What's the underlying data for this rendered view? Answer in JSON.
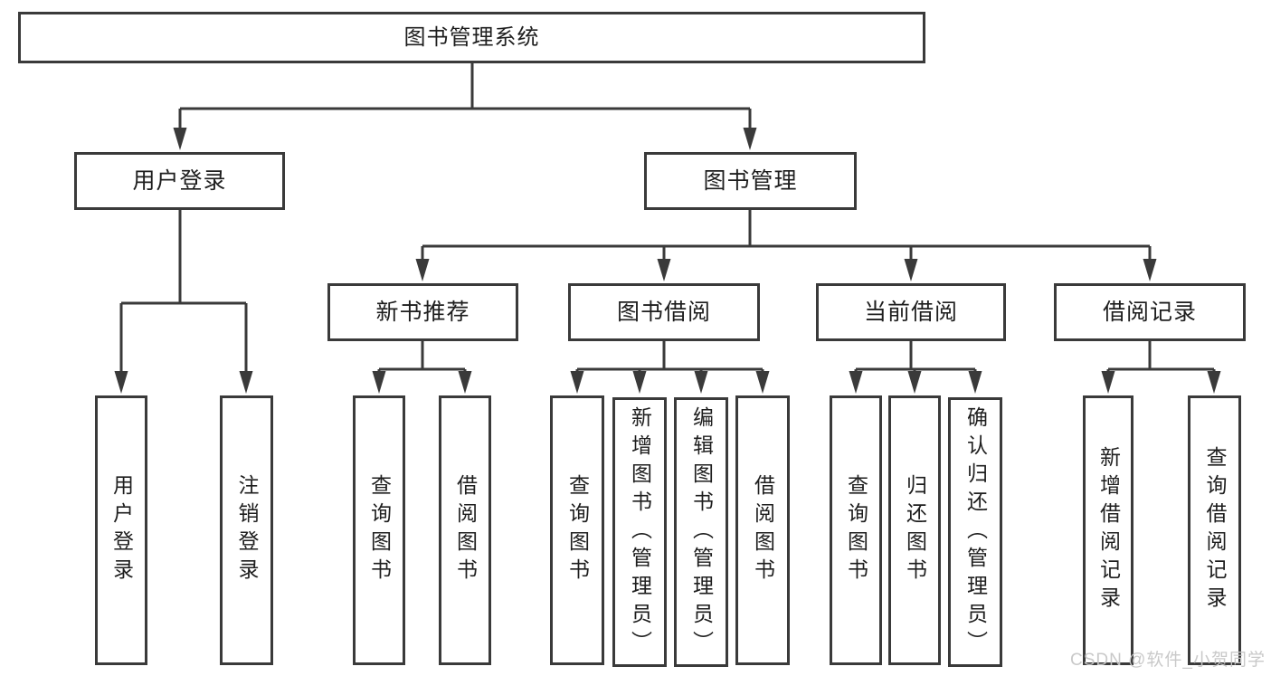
{
  "watermark": "CSDN @软件_小贺同学",
  "colors": {
    "line": "#3a3a3a",
    "box_border": "#3a3a3a",
    "text": "#1e1e1e",
    "background": "#ffffff",
    "watermark": "#c6c6c6"
  },
  "root": {
    "label": "图书管理系统",
    "children": [
      {
        "label": "用户登录",
        "children": [
          {
            "label": "用户登录"
          },
          {
            "label": "注销登录"
          }
        ]
      },
      {
        "label": "图书管理",
        "children": [
          {
            "label": "新书推荐",
            "children": [
              {
                "label": "查询图书"
              },
              {
                "label": "借阅图书"
              }
            ]
          },
          {
            "label": "图书借阅",
            "children": [
              {
                "label": "查询图书"
              },
              {
                "label": "新增图书（管理员）"
              },
              {
                "label": "编辑图书（管理员）"
              },
              {
                "label": "借阅图书"
              }
            ]
          },
          {
            "label": "当前借阅",
            "children": [
              {
                "label": "查询图书"
              },
              {
                "label": "归还图书"
              },
              {
                "label": "确认归还（管理员）"
              }
            ]
          },
          {
            "label": "借阅记录",
            "children": [
              {
                "label": "新增借阅记录"
              },
              {
                "label": "查询借阅记录"
              }
            ]
          }
        ]
      }
    ]
  }
}
